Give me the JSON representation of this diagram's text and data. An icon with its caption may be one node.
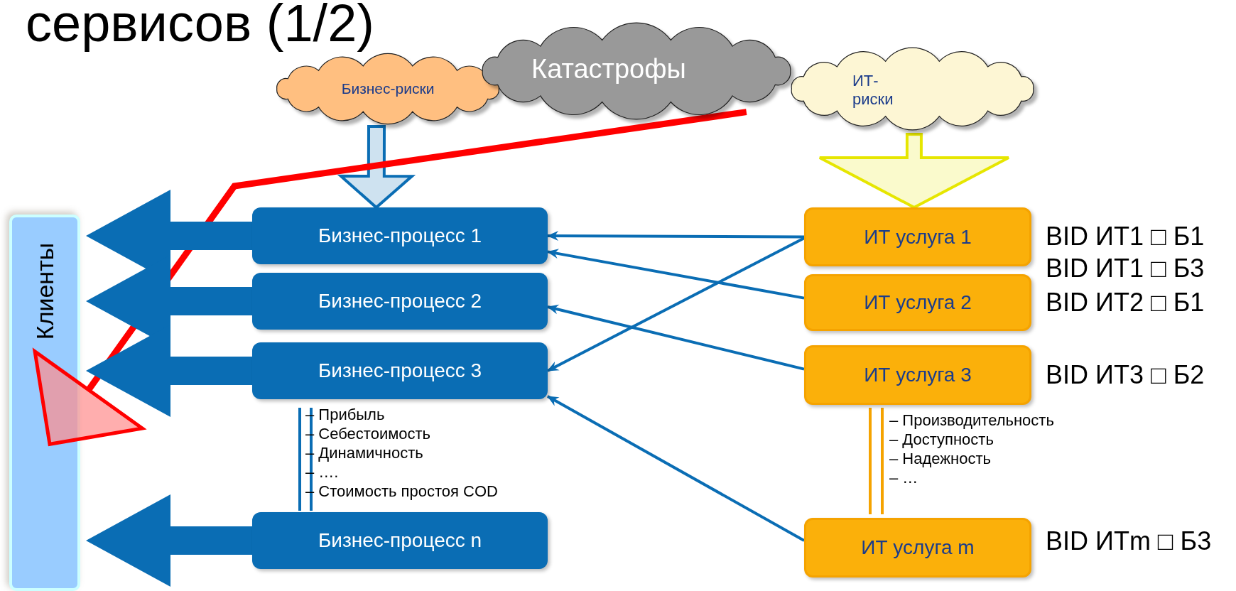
{
  "diagram": {
    "title": "сервисов (1/2)",
    "nodes": [
      {
        "text": [
          "Бизнес-риски"
        ]
      },
      {
        "text": [
          "Катастрофы"
        ]
      },
      {
        "text": [
          "ИТ-риски"
        ]
      },
      {
        "text": [
          "Клиенты"
        ]
      },
      {
        "text": [
          "Бизнес-процесс 1"
        ]
      },
      {
        "text": [
          "Бизнес-процесс 2"
        ]
      },
      {
        "text": [
          "Бизнес-процесс 3"
        ]
      },
      {
        "text": [
          "Бизнес-процесс n"
        ]
      },
      {
        "text": [
          "ИТ услуга 1"
        ],
        "beside": [
          "BID ИТ1 □ Б1",
          "BID ИТ1 □ Б3"
        ]
      },
      {
        "text": [
          "ИТ услуга 2"
        ],
        "beside": [
          "BID ИТ2 □ Б1"
        ]
      },
      {
        "text": [
          "ИТ услуга 3"
        ],
        "beside": [
          "BID ИТ3 □ Б2"
        ]
      },
      {
        "text": [
          "ИТ услуга m"
        ],
        "beside": [
          "BID ИТm □ Б3"
        ]
      }
    ],
    "edges": [
      {
        "from": 0,
        "to": 4,
        "arrow": "to",
        "style": "thick"
      },
      {
        "from": 2,
        "to": 8,
        "arrow": "to",
        "style": "thick",
        "color": "#e6e600"
      },
      {
        "from": 1,
        "to": 3,
        "arrow": "to",
        "style": "thick",
        "color": "#ff0000"
      },
      {
        "from": 4,
        "to": 3,
        "arrow": "to",
        "style": "thick"
      },
      {
        "from": 5,
        "to": 3,
        "arrow": "to",
        "style": "thick"
      },
      {
        "from": 6,
        "to": 3,
        "arrow": "to",
        "style": "thick"
      },
      {
        "from": 7,
        "to": 3,
        "arrow": "to",
        "style": "thick"
      },
      {
        "from": 8,
        "to": 4,
        "arrow": "to"
      },
      {
        "from": 8,
        "to": 6,
        "arrow": "to"
      },
      {
        "from": 9,
        "to": 4,
        "arrow": "to"
      },
      {
        "from": 10,
        "to": 5,
        "arrow": "to"
      },
      {
        "from": 11,
        "to": 6,
        "arrow": "to"
      }
    ],
    "labels": [
      "– Прибыль",
      "– Себестоимость",
      "– Динамичность",
      "– ….",
      "– Стоимость простоя COD",
      "– Производительность",
      "– Доступность",
      "– Надежность",
      "– …"
    ]
  }
}
